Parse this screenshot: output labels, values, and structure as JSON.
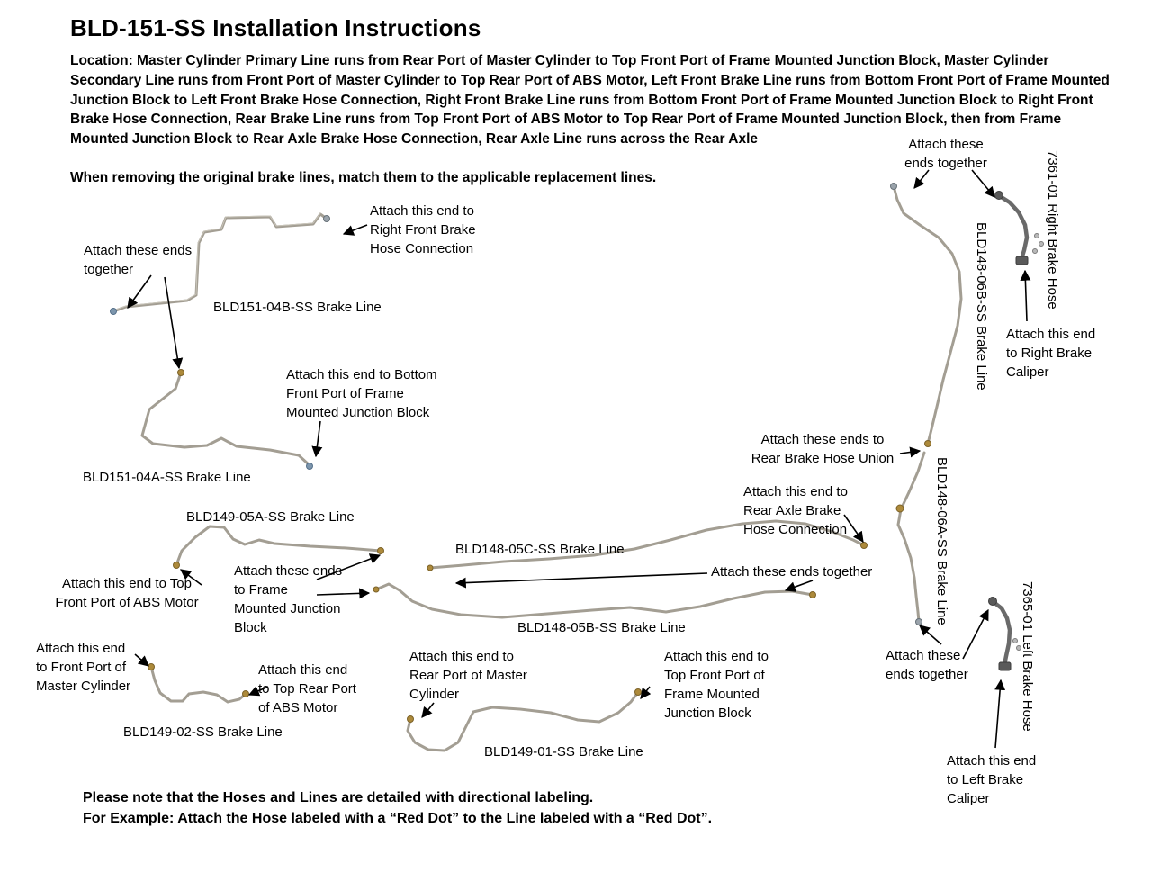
{
  "header": {
    "title": "BLD-151-SS Installation Instructions",
    "location_paragraph": "Location: Master Cylinder Primary Line runs from Rear Port of Master Cylinder to Top Front Port of Frame Mounted Junction Block, Master Cylinder Secondary Line runs from Front Port of Master Cylinder to Top Rear Port of ABS Motor, Left Front Brake Line runs from Bottom Front Port of Frame Mounted Junction Block to Left Front Brake Hose Connection, Right Front Brake Line runs from Bottom Front Port of Frame Mounted Junction Block to Right Front Brake Hose Connection, Rear Brake Line runs from Top Front Port of ABS Motor to Top Rear Port of Frame Mounted Junction Block, then from Frame Mounted Junction Block to Rear Axle Brake Hose Connection, Rear Axle Line runs across the Rear Axle",
    "removal_note": "When removing the original brake lines, match them to the applicable replacement lines."
  },
  "diagram": {
    "parts": [
      {
        "label": "BLD151-04B-SS Brake Line"
      },
      {
        "label": "BLD151-04A-SS Brake Line"
      },
      {
        "label": "BLD149-05A-SS Brake Line"
      },
      {
        "label": "BLD148-05C-SS Brake Line"
      },
      {
        "label": "BLD148-05B-SS Brake Line"
      },
      {
        "label": "BLD149-02-SS Brake Line"
      },
      {
        "label": "BLD149-01-SS Brake Line"
      },
      {
        "label": "BLD148-06B-SS Brake Line"
      },
      {
        "label": "7361-01 Right Brake Hose"
      },
      {
        "label": "BLD148-06A-SS Brake Line"
      },
      {
        "label": "7365-01 Left Brake Hose"
      }
    ],
    "annotations": [
      {
        "text": "Attach these ends\ntogether"
      },
      {
        "text": "Attach this end to\nRight Front Brake\nHose Connection"
      },
      {
        "text": "Attach this end to Bottom\nFront Port of Frame\nMounted Junction Block"
      },
      {
        "text": "Attach this end to Top\nFront Port of ABS Motor"
      },
      {
        "text": "Attach these ends\nto Frame\nMounted Junction\nBlock"
      },
      {
        "text": "Attach these ends together"
      },
      {
        "text": "Attach this end\nto Front Port of\nMaster Cylinder"
      },
      {
        "text": "Attach this end\nto Top Rear Port\nof ABS Motor"
      },
      {
        "text": "Attach this end to\nRear Port of Master\nCylinder"
      },
      {
        "text": "Attach this end to\nTop Front Port of\nFrame Mounted\nJunction Block"
      },
      {
        "text": "Attach these\nends together"
      },
      {
        "text": "Attach this end\nto Right Brake\nCaliper"
      },
      {
        "text": "Attach these ends to\nRear Brake Hose Union"
      },
      {
        "text": "Attach this end to\nRear Axle Brake\nHose Connection"
      },
      {
        "text": "Attach these\nends together"
      },
      {
        "text": "Attach this end\nto Left Brake\nCaliper"
      }
    ]
  },
  "footer": {
    "line1": "Please note that the Hoses and Lines are detailed with directional labeling.",
    "line2": "For Example: Attach the Hose labeled with a “Red Dot” to the Line labeled with a “Red Dot”."
  },
  "colors": {
    "line": "#a39e93",
    "hose": "#6a6a6a",
    "fitting_gold": "#ad8a3b",
    "fitting_silver": "#9aa3ab",
    "text": "#000000",
    "background": "#ffffff"
  }
}
